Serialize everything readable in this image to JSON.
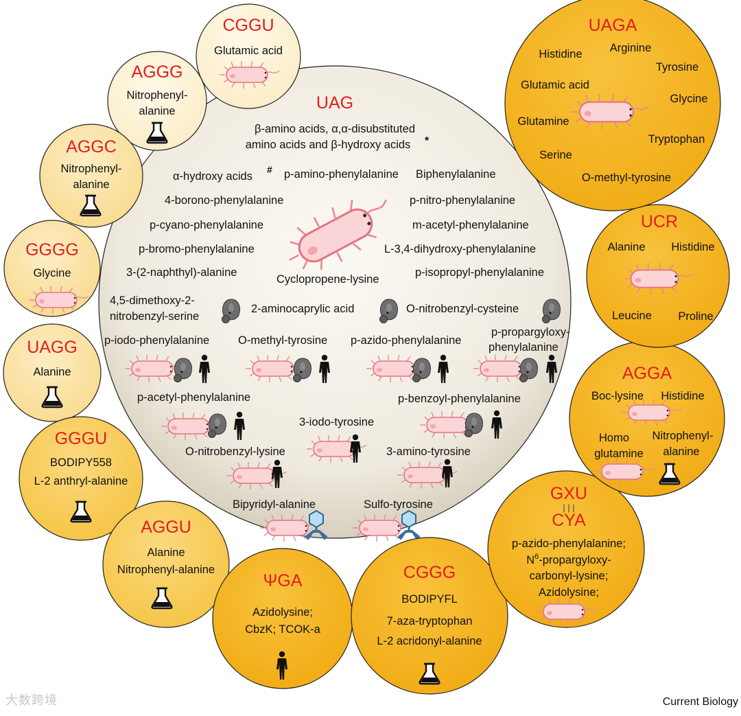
{
  "central": {
    "codon": "UAG",
    "header_line1": "β-amino acids, α,α-disubstituted",
    "header_line2": "amino acids and β-hydroxy acids",
    "header_mark": "*",
    "alpha_label": "α-hydroxy acids",
    "alpha_mark": "#",
    "items": {
      "p_amino": "p-amino-phenylalanine",
      "biphenyl": "Biphenylalanine",
      "borono": "4-borono-phenylalanine",
      "p_nitro": "p-nitro-phenylalanine",
      "p_cyano": "p-cyano-phenylalanine",
      "m_acetyl": "m-acetyl-phenylalanine",
      "p_bromo": "p-bromo-phenylalanine",
      "dopa": "L-3,4-dihydroxy-phenylalanine",
      "naphthyl": "3-(2-naphthyl)-alanine",
      "cyclopropene": "Cyclopropene-lysine",
      "isopropyl": "p-isopropyl-phenylalanine",
      "dmnb_line1": "4,5-dimethoxy-2-",
      "dmnb_line2": "nitrobenzyl-serine",
      "aminocaprylic": "2-aminocaprylic acid",
      "onb_cys": "O-nitrobenzyl-cysteine",
      "p_iodo": "p-iodo-phenylalanine",
      "o_methyl": "O-methyl-tyrosine",
      "p_azido": "p-azido-phenylalanine",
      "propargyl_line1": "p-propargyloxy-",
      "propargyl_line2": "phenylalanine",
      "p_acetyl": "p-acetyl-phenylalanine",
      "p_benzoyl": "p-benzoyl-phenylalanine",
      "iodo_tyr": "3-iodo-tyrosine",
      "onb_lys": "O-nitrobenzyl-lysine",
      "amino_tyr": "3-amino-tyrosine",
      "bipyridyl": "Bipyridyl-alanine",
      "sulfo": "Sulfo-tyrosine"
    }
  },
  "outer_circles": {
    "cggu": {
      "codon": "CGGU",
      "aa": "Glutamic acid"
    },
    "aggg": {
      "codon": "AGGG",
      "line1": "Nitrophenyl-",
      "line2": "alanine"
    },
    "aggc": {
      "codon": "AGGC",
      "line1": "Nitrophenyl-",
      "line2": "alanine"
    },
    "gggg": {
      "codon": "GGGG",
      "aa": "Glycine"
    },
    "uagg": {
      "codon": "UAGG",
      "aa": "Alanine"
    },
    "gggu": {
      "codon": "GGGU",
      "line1": "BODIPY558",
      "line2": "L-2 anthryl-alanine"
    },
    "aggu": {
      "codon": "AGGU",
      "line1": "Alanine",
      "line2": "Nitrophenyl-alanine"
    },
    "psiga": {
      "codon": "ΨGA",
      "line1": "Azidolysine;",
      "line2": "CbzK; TCOK-a"
    },
    "cggg": {
      "codon": "CGGG",
      "line1": "BODIPYFL",
      "line2": "7-aza-tryptophan",
      "line3": "L-2 acridonyl-alanine"
    },
    "gxu": {
      "codon_top": "GXU",
      "pairing": "|  |  |",
      "codon_bottom": "CYA",
      "line1": "p-azido-phenylalanine;",
      "line2_pre": "N",
      "line2_sup": "6",
      "line2_post": "-propargyloxy-",
      "line3": "carbonyl-lysine;",
      "line4": "Azidolysine;"
    },
    "agga": {
      "codon": "AGGA",
      "a1": "Boc-lysine",
      "a2": "Histidine",
      "a3_line1": "Homo",
      "a3_line2": "glutamine",
      "a4_line1": "Nitrophenyl-",
      "a4_line2": "alanine"
    },
    "ucr": {
      "codon": "UCR",
      "a1": "Alanine",
      "a2": "Histidine",
      "a3": "Leucine",
      "a4": "Proline"
    },
    "uaga": {
      "codon": "UAGA",
      "a1": "Histidine",
      "a2": "Arginine",
      "a3": "Tyrosine",
      "a4": "Glutamic acid",
      "a5": "Glycine",
      "a6": "Glutamine",
      "a7": "Tryptophan",
      "a8": "Serine",
      "a9": "O-methyl-tyrosine"
    }
  },
  "legend_icons": [
    "bacterium-icon",
    "yeast-icon",
    "human-icon",
    "flask-icon",
    "virus-icon"
  ],
  "colors": {
    "codon": "#e41d1d",
    "pale_circle": "#fdf2d5",
    "light_circle": "#fbe3a8",
    "mid_circle": "#f8cf6a",
    "deep_circle": "#f5b520",
    "center_circle": "#ddd6c7",
    "bacterium": "#f7c7cc"
  },
  "credit": "Current Biology",
  "watermark": "大数跨境"
}
